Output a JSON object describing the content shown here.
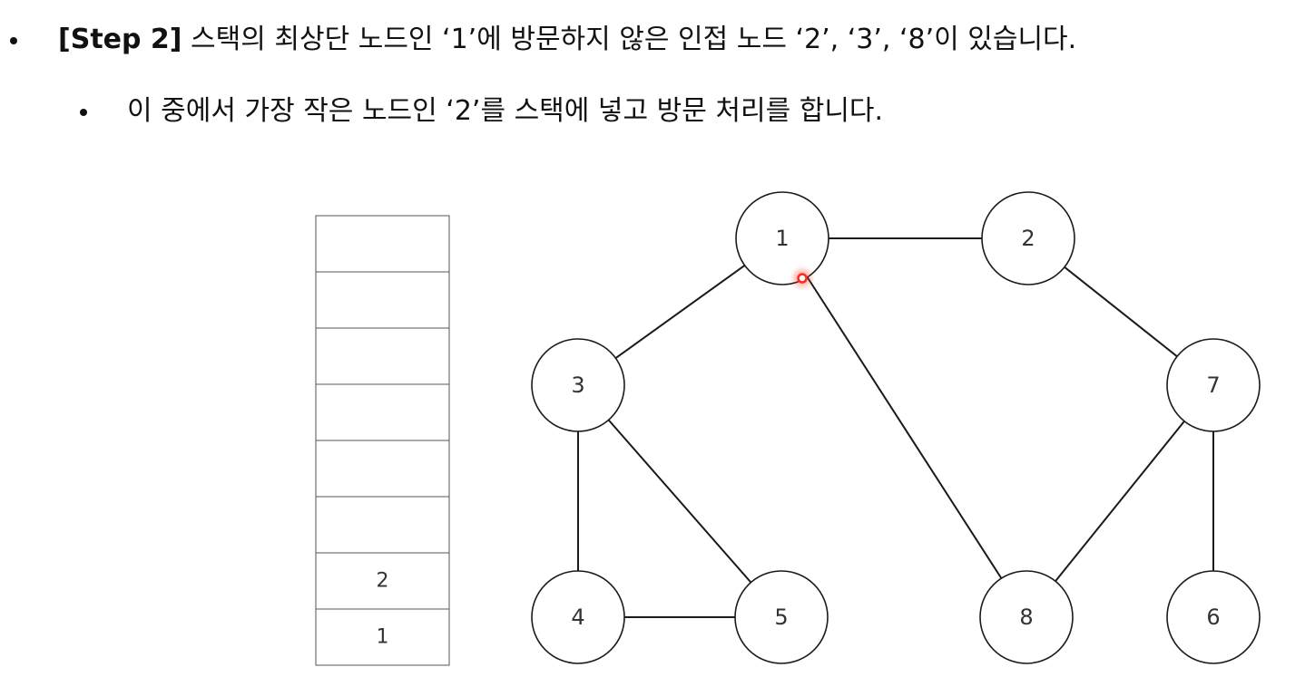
{
  "text": {
    "line1_step": "[Step 2]",
    "line1_body": " 스택의 최상단 노드인 ‘1’에 방문하지 않은 인접 노드 ‘2’, ‘3’, ‘8’이 있습니다.",
    "line2": "이 중에서 가장 작은 노드인 ‘2’를 스택에 넣고 방문 처리를 합니다."
  },
  "stack": {
    "cells": [
      "",
      "",
      "",
      "",
      "",
      "",
      "2",
      "1"
    ]
  },
  "graph": {
    "nodes": [
      {
        "id": "1",
        "label": "1",
        "state": "current"
      },
      {
        "id": "2",
        "label": "2",
        "state": "visited"
      },
      {
        "id": "3",
        "label": "3",
        "state": "unvisited"
      },
      {
        "id": "7",
        "label": "7",
        "state": "unvisited"
      },
      {
        "id": "4",
        "label": "4",
        "state": "unvisited"
      },
      {
        "id": "5",
        "label": "5",
        "state": "unvisited"
      },
      {
        "id": "8",
        "label": "8",
        "state": "unvisited"
      },
      {
        "id": "6",
        "label": "6",
        "state": "unvisited"
      }
    ],
    "edges": [
      [
        "1",
        "2"
      ],
      [
        "1",
        "3"
      ],
      [
        "1",
        "8"
      ],
      [
        "2",
        "7"
      ],
      [
        "3",
        "4"
      ],
      [
        "3",
        "5"
      ],
      [
        "4",
        "5"
      ],
      [
        "7",
        "8"
      ],
      [
        "7",
        "6"
      ]
    ],
    "colors": {
      "current": "#d7ebf7",
      "visited": "#d3d3d3",
      "unvisited": "#ffffff"
    }
  },
  "cursor": {
    "color": "#ff2a1a"
  }
}
